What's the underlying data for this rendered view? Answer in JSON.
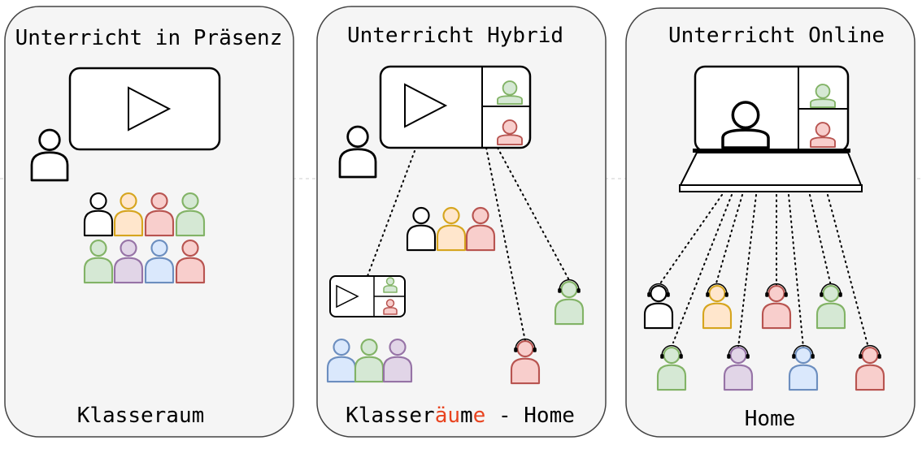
{
  "panels": [
    {
      "title": "Unterricht in Präsenz",
      "caption": "Klasseraum"
    },
    {
      "title": "Unterricht Hybrid",
      "caption_parts": [
        "Klasser",
        "äu",
        "m",
        "e",
        " - Home"
      ]
    },
    {
      "title": "Unterricht Online",
      "caption": "Home"
    }
  ],
  "colors": {
    "panel_bg": "#f5f5f5",
    "outline": "#000000",
    "green": "#82b366",
    "green_fill": "#d5e8d4",
    "orange": "#d6a51e",
    "orange_fill": "#ffe6cc",
    "red": "#b85450",
    "red_fill": "#f8cecc",
    "purple": "#9673a6",
    "purple_fill": "#e1d5e7",
    "blue": "#6c8ebf",
    "blue_fill": "#dae8fc",
    "highlight": "#e8431f"
  },
  "icons": [
    "play-icon",
    "person-icon",
    "headset-person-icon",
    "laptop-icon",
    "dotted-connection"
  ]
}
